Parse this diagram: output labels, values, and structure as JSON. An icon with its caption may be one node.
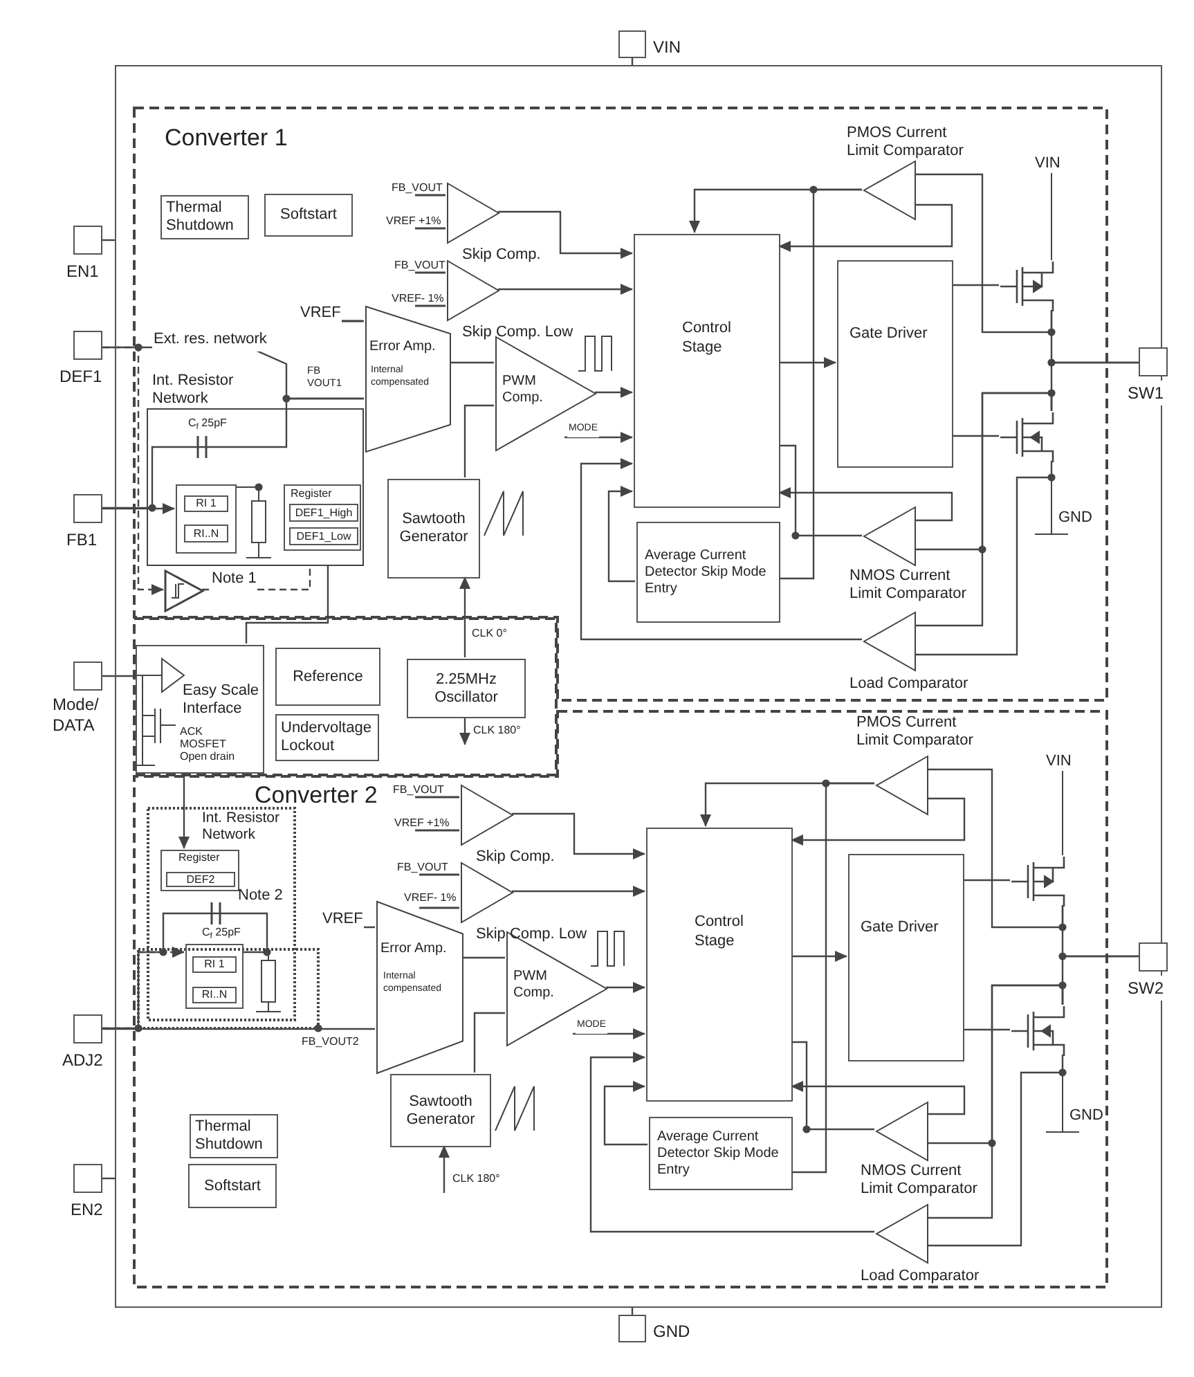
{
  "diagram": {
    "nodes": [
      {
        "text": [],
        "shape": "box"
      },
      {
        "text": [
          "Converter 1"
        ],
        "in": 0
      },
      {
        "text": [
          "Thermal Shutdown"
        ],
        "in": 1
      },
      {
        "text": [
          "Softstart"
        ],
        "in": 1
      },
      {
        "text": [],
        "shape": "triangle",
        "in": 1,
        "beside": [
          "FB_VOUT",
          "VREF +1%",
          "Skip Comp."
        ]
      },
      {
        "text": [],
        "shape": "triangle",
        "in": 1,
        "beside": [
          "FB_VOUT",
          "VREF- 1%",
          "Skip Comp. Low"
        ]
      },
      {
        "text": [],
        "shape": "triangle",
        "in": 1,
        "beside": [
          "PMOS Current Limit Comparator"
        ]
      },
      {
        "text": [
          "Error Amp.",
          "Internal compensated"
        ],
        "in": 1
      },
      {
        "text": [
          "PWM Comp."
        ],
        "in": 1
      },
      {
        "text": [
          "Control Stage"
        ],
        "in": 1
      },
      {
        "text": [
          "Gate Driver"
        ],
        "in": 1
      },
      {
        "text": [],
        "shape": "transistor",
        "in": 1
      },
      {
        "text": [],
        "shape": "transistor",
        "in": 1,
        "beside": [
          "GND"
        ]
      },
      {
        "text": [
          "Int. Resistor Network"
        ],
        "in": 1
      },
      {
        "text": [],
        "shape": "box",
        "in": 13
      },
      {
        "text": [
          "RI 1"
        ],
        "in": 14
      },
      {
        "text": [
          "RI..N"
        ],
        "in": 14
      },
      {
        "text": [
          "Register"
        ],
        "in": 13
      },
      {
        "text": [
          "DEF1_High"
        ],
        "in": 17
      },
      {
        "text": [
          "DEF1_Low"
        ],
        "in": 17
      },
      {
        "text": [
          "Sawtooth Generator"
        ],
        "in": 1
      },
      {
        "text": [
          "Average Current Detector Skip Mode Entry"
        ],
        "in": 1
      },
      {
        "text": [],
        "shape": "triangle",
        "in": 1,
        "beside": [
          "NMOS Current Limit Comparator"
        ]
      },
      {
        "text": [],
        "shape": "triangle",
        "in": 1
      },
      {
        "text": [],
        "shape": "triangle",
        "in": 1,
        "beside": [
          "Load Comparator"
        ]
      },
      {
        "text": [],
        "shape": "box",
        "in": 0
      },
      {
        "text": [
          "Easy Scale Interface",
          "ACK MOSFET Open drain"
        ],
        "in": 25
      },
      {
        "text": [
          "Reference"
        ],
        "in": 25
      },
      {
        "text": [
          "Undervoltage Lockout"
        ],
        "in": 25
      },
      {
        "text": [
          "2.25MHz Oscillator"
        ],
        "in": 25
      },
      {
        "text": [
          "Converter 2"
        ],
        "in": 0
      },
      {
        "text": [
          "Int. Resistor Network"
        ],
        "in": 30
      },
      {
        "text": [
          "Register"
        ],
        "in": 31
      },
      {
        "text": [
          "DEF2"
        ],
        "in": 32
      },
      {
        "text": [],
        "shape": "box",
        "in": 31
      },
      {
        "text": [
          "RI 1"
        ],
        "in": 34
      },
      {
        "text": [
          "RI..N"
        ],
        "in": 34
      },
      {
        "text": [],
        "shape": "triangle",
        "in": 30,
        "beside": [
          "FB_VOUT",
          "VREF +1%",
          "Skip Comp."
        ]
      },
      {
        "text": [],
        "shape": "triangle",
        "in": 30,
        "beside": [
          "FB_VOUT",
          "Skip Comp. Low"
        ]
      },
      {
        "text": [],
        "shape": "triangle",
        "in": 30,
        "beside": [
          "PMOS Current Limit Comparator"
        ]
      },
      {
        "text": [
          "Error Amp.",
          "Internal compensated"
        ],
        "in": 30
      },
      {
        "text": [
          "PWM Comp."
        ],
        "in": 30
      },
      {
        "text": [
          "Control Stage"
        ],
        "in": 30
      },
      {
        "text": [
          "Gate Driver"
        ],
        "in": 30
      },
      {
        "text": [],
        "shape": "transistor",
        "in": 30
      },
      {
        "text": [],
        "shape": "transistor",
        "in": 30,
        "beside": [
          "GND"
        ]
      },
      {
        "text": [
          "Sawtooth Generator"
        ],
        "in": 30
      },
      {
        "text": [
          "Average Current Detector Skip Mode Entry"
        ],
        "in": 30
      },
      {
        "text": [],
        "shape": "triangle",
        "in": 30,
        "beside": [
          "NMOS Current Limit Comparator"
        ]
      },
      {
        "text": [
          "Thermal Shutdown"
        ],
        "in": 30
      },
      {
        "text": [
          "Softstart"
        ],
        "in": 30
      },
      {
        "text": [],
        "shape": "triangle",
        "in": 30,
        "beside": [
          "Load Comparator"
        ]
      },
      {
        "text": [],
        "shape": "box",
        "beside": [
          "VIN"
        ]
      },
      {
        "text": [],
        "shape": "box",
        "beside": [
          "EN1"
        ]
      },
      {
        "text": [],
        "shape": "box",
        "beside": [
          "DEF1"
        ]
      },
      {
        "text": [],
        "shape": "box",
        "beside": [
          "FB1"
        ]
      },
      {
        "text": [],
        "shape": "box",
        "beside": [
          "Mode/ DATA"
        ]
      },
      {
        "text": [],
        "shape": "box",
        "beside": [
          "ADJ2"
        ]
      },
      {
        "text": [],
        "shape": "box",
        "beside": [
          "EN2"
        ]
      },
      {
        "text": [],
        "shape": "box",
        "beside": [
          "GND"
        ]
      },
      {
        "text": [],
        "shape": "box",
        "beside": [
          "SW1"
        ]
      },
      {
        "text": [],
        "shape": "box",
        "beside": [
          "SW2"
        ]
      }
    ],
    "edges": [
      {
        "from": 53,
        "to": 0,
        "arrow": "none"
      },
      {
        "from": 52,
        "to": 0,
        "arrow": "none"
      },
      {
        "from": 54,
        "to": 7,
        "arrow": "none",
        "label": "Ext. res. network"
      },
      {
        "from": 54,
        "to": 23,
        "arrow": "to",
        "style": "dashed"
      },
      {
        "from": 23,
        "to": 13,
        "arrow": "none",
        "style": "dashed",
        "label": "Note 1"
      },
      {
        "from": 55,
        "to": 14,
        "arrow": "to"
      },
      {
        "from": null,
        "to": 7,
        "arrow": "none",
        "label": "VREF"
      },
      {
        "from": 4,
        "to": 9,
        "arrow": "to"
      },
      {
        "from": 5,
        "to": 9,
        "arrow": "to"
      },
      {
        "from": 7,
        "to": 8,
        "arrow": "none"
      },
      {
        "from": 20,
        "to": 8,
        "arrow": "none"
      },
      {
        "from": 8,
        "to": 9,
        "arrow": "to"
      },
      {
        "from": null,
        "to": 9,
        "arrow": "to",
        "label": "MODE"
      },
      {
        "from": 9,
        "to": 10,
        "arrow": "to"
      },
      {
        "from": 6,
        "to": 9,
        "arrow": "to"
      },
      {
        "from": 6,
        "to": 9,
        "arrow": "to"
      },
      {
        "from": 22,
        "to": 9,
        "arrow": "none"
      },
      {
        "from": 22,
        "to": 9,
        "arrow": "to"
      },
      {
        "from": 21,
        "to": 6,
        "arrow": "none"
      },
      {
        "from": 21,
        "to": 9,
        "arrow": "to"
      },
      {
        "from": 24,
        "to": 9,
        "arrow": "to"
      },
      {
        "from": 10,
        "to": 11,
        "arrow": "none"
      },
      {
        "from": 10,
        "to": 12,
        "arrow": "none"
      },
      {
        "from": 11,
        "to": 60,
        "arrow": "none"
      },
      {
        "from": 12,
        "to": 60,
        "arrow": "none"
      },
      {
        "from": 11,
        "to": 6,
        "arrow": "none"
      },
      {
        "from": 12,
        "to": 22,
        "arrow": "none"
      },
      {
        "from": 12,
        "to": 24,
        "arrow": "none"
      },
      {
        "from": 12,
        "to": 24,
        "arrow": "none"
      },
      {
        "from": 56,
        "to": 26,
        "arrow": "none"
      },
      {
        "from": 26,
        "to": 13,
        "arrow": "none"
      },
      {
        "from": 29,
        "to": 20,
        "arrow": "to",
        "label": "CLK 0°"
      },
      {
        "from": 29,
        "to": null,
        "arrow": "to",
        "label": "CLK 180°"
      },
      {
        "from": 26,
        "to": 32,
        "arrow": "to"
      },
      {
        "from": 57,
        "to": 40,
        "arrow": "none"
      },
      {
        "from": 57,
        "to": 34,
        "arrow": "to",
        "style": "dashed"
      },
      {
        "from": null,
        "to": 40,
        "arrow": "none",
        "label": "VREF"
      },
      {
        "from": 37,
        "to": 42,
        "arrow": "to"
      },
      {
        "from": 38,
        "to": 42,
        "arrow": "to"
      },
      {
        "from": 40,
        "to": 41,
        "arrow": "none"
      },
      {
        "from": 46,
        "to": 41,
        "arrow": "none"
      },
      {
        "from": 41,
        "to": 42,
        "arrow": "to"
      },
      {
        "from": null,
        "to": 42,
        "arrow": "to",
        "label": "MODE"
      },
      {
        "from": 42,
        "to": 43,
        "arrow": "to"
      },
      {
        "from": 39,
        "to": 42,
        "arrow": "to"
      },
      {
        "from": 39,
        "to": 42,
        "arrow": "to"
      },
      {
        "from": 48,
        "to": 42,
        "arrow": "none"
      },
      {
        "from": 48,
        "to": 42,
        "arrow": "to"
      },
      {
        "from": 47,
        "to": 39,
        "arrow": "none"
      },
      {
        "from": 47,
        "to": 42,
        "arrow": "to"
      },
      {
        "from": 51,
        "to": 42,
        "arrow": "to"
      },
      {
        "from": 43,
        "to": 44,
        "arrow": "none"
      },
      {
        "from": 43,
        "to": 45,
        "arrow": "none"
      },
      {
        "from": 44,
        "to": 61,
        "arrow": "none"
      },
      {
        "from": 45,
        "to": 61,
        "arrow": "none"
      },
      {
        "from": 44,
        "to": 39,
        "arrow": "none"
      },
      {
        "from": 45,
        "to": 48,
        "arrow": "none"
      },
      {
        "from": 45,
        "to": 51,
        "arrow": "none"
      },
      {
        "from": 45,
        "to": 51,
        "arrow": "none"
      },
      {
        "from": null,
        "to": 46,
        "arrow": "to",
        "label": "CLK 180°"
      },
      {
        "from": 58,
        "to": 0,
        "arrow": "none"
      },
      {
        "from": 59,
        "to": 0,
        "arrow": "none"
      },
      {
        "from": 55,
        "to": 7,
        "arrow": "none"
      },
      {
        "from": 57,
        "to": 34,
        "arrow": "none"
      }
    ],
    "labels": [
      "VIN",
      "FB VOUT1",
      "C$_{f}$ 25pF",
      "VIN",
      "Note 2",
      "VREF- 1%",
      "C$_{f}$ 25pF",
      "FB_VOUT2"
    ]
  }
}
